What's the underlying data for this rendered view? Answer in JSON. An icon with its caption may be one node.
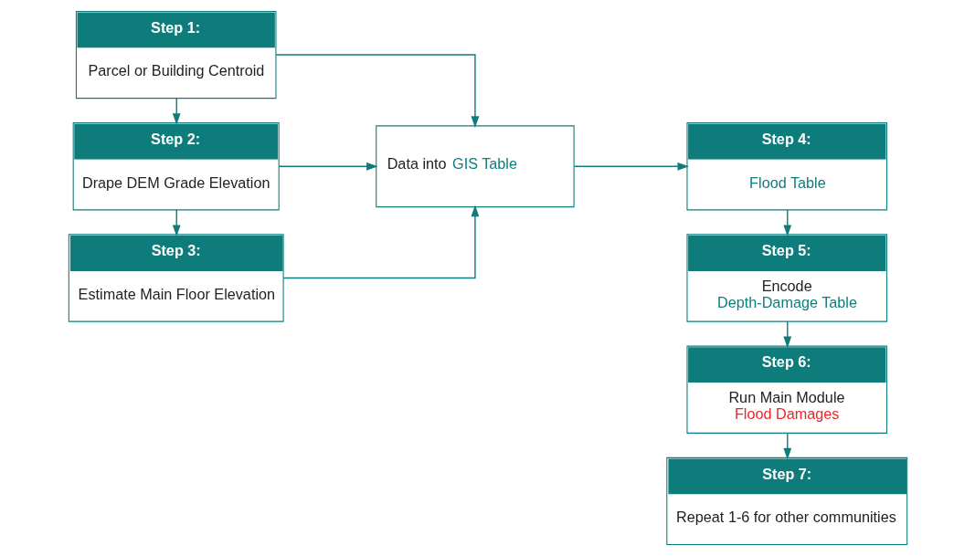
{
  "diagram": {
    "nodes": [
      {
        "text": [
          "Step 1:",
          "Parcel or Building Centroid"
        ]
      },
      {
        "text": [
          "Step 2:",
          "Drape DEM Grade Elevation"
        ]
      },
      {
        "text": [
          "Step 3:",
          "Estimate Main Floor Elevation"
        ]
      },
      {
        "text": [
          "Data into",
          "GIS Table"
        ]
      },
      {
        "text": [
          "Step 4:",
          "Flood Table"
        ]
      },
      {
        "text": [
          "Step 5:",
          "Encode",
          "Depth-Damage Table"
        ]
      },
      {
        "text": [
          "Step 6:",
          "Run Main Module",
          "Flood Damages"
        ]
      },
      {
        "text": [
          "Step 7:",
          "Repeat 1-6 for other communities"
        ]
      }
    ],
    "edges": [
      {
        "from": 0,
        "to": 1,
        "arrow": "to"
      },
      {
        "from": 1,
        "to": 2,
        "arrow": "to"
      },
      {
        "from": 0,
        "to": 3,
        "arrow": "to"
      },
      {
        "from": 1,
        "to": 3,
        "arrow": "to"
      },
      {
        "from": 2,
        "to": 3,
        "arrow": "to"
      },
      {
        "from": 3,
        "to": 4,
        "arrow": "to"
      },
      {
        "from": 4,
        "to": 5,
        "arrow": "to"
      },
      {
        "from": 5,
        "to": 6,
        "arrow": "to"
      },
      {
        "from": 6,
        "to": 7,
        "arrow": "to"
      }
    ]
  }
}
